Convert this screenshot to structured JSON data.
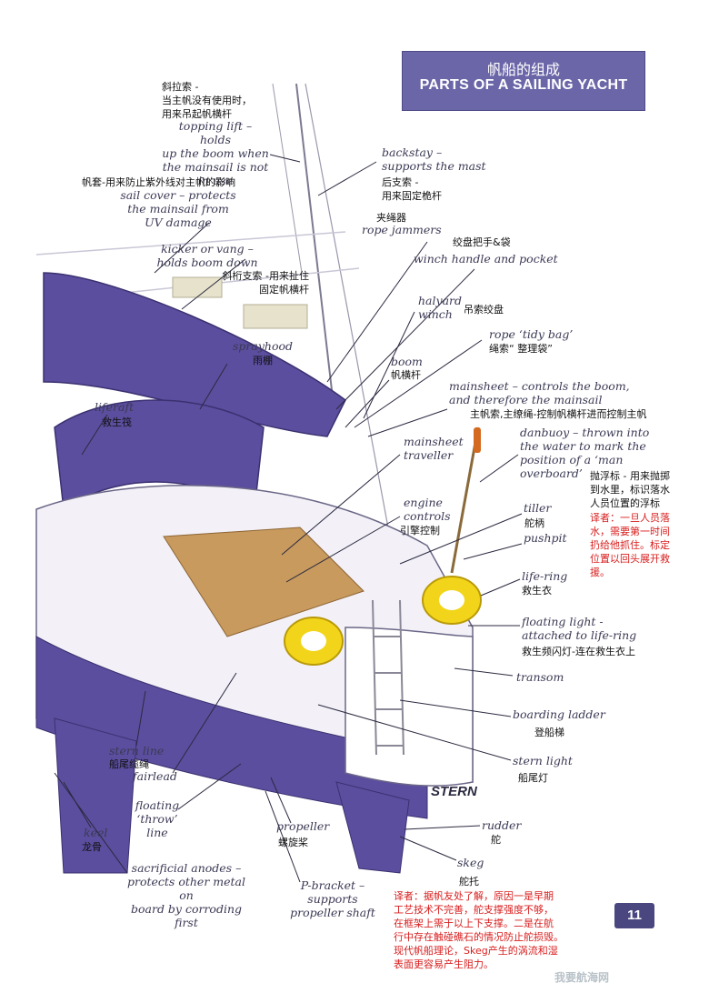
{
  "title": {
    "chinese": "帆船的组成",
    "english": "PARTS OF A SAILING YACHT"
  },
  "page_number": "11",
  "stern_heading": "STERN",
  "watermark": "我要航海网",
  "labels": {
    "topping_lift_cn": "斜拉索 -\n当主帆没有使用时，\n用来吊起帆横杆",
    "topping_lift_en": "topping lift – holds\nup the boom when\nthe  mainsail is not\nin use",
    "backstay_en": "backstay –\nsupports the mast",
    "backstay_cn": "后支索 -\n用来固定桅杆",
    "sail_cover_cn": "帆套-用来防止紫外线对主帆的影响",
    "sail_cover_en": "sail cover – protects\nthe mainsail from\nUV damage",
    "rope_jammers_cn": "夹绳器",
    "rope_jammers_en": "rope jammers",
    "winch_handle_cn": "绞盘把手&袋",
    "winch_handle_en": "winch handle and pocket",
    "kicker_en": "kicker or vang –\nholds boom down",
    "kicker_cn": "斜桁支索 -用来扯住\n固定帆横杆",
    "halyard_en": "halyard\nwinch",
    "halyard_cn": "吊索绞盘",
    "tidy_bag_en": "rope ‘tidy bag’",
    "tidy_bag_cn": "绳索“  整理袋”",
    "sprayhood_en": "sprayhood",
    "sprayhood_cn": "雨棚",
    "boom_en": "boom",
    "boom_cn": "帆横杆",
    "mainsheet_en": "mainsheet – controls the boom,\nand therefore the mainsail",
    "mainsheet_cn": "主帆索,主缭绳-控制帆横杆进而控制主帆",
    "liferaft_en": "liferaft",
    "liferaft_cn": "救生筏",
    "traveller_en": "mainsheet\ntraveller",
    "danbuoy_en": "danbuoy – thrown into\nthe water to mark the\nposition of a ‘man\noverboard’",
    "danbuoy_cn": "抛浮标 - 用来抛掷\n到水里，标识落水\n人员位置的浮标",
    "danbuoy_note": "译者：一旦人员落\n水，需要第一时间\n扔给他抓住。标定\n位置以回头展开救\n援。",
    "engine_en": "engine\ncontrols",
    "engine_cn": "引擎控制",
    "tiller_en": "tiller",
    "tiller_cn": "舵柄",
    "pushpit_en": "pushpit",
    "lifering_en": "life-ring",
    "lifering_cn": "救生衣",
    "floating_light_en": "floating light -\nattached to life-ring",
    "floating_light_cn": "救生频闪灯-连在救生衣上",
    "transom_en": "transom",
    "boarding_ladder_en": "boarding ladder",
    "boarding_ladder_cn": "登船梯",
    "stern_line_en": "stern line",
    "stern_line_cn": "船尾缆绳",
    "fairlead_en": "fairlead",
    "stern_light_en": "stern light",
    "stern_light_cn": "船尾灯",
    "floating_throw_en": "floating\n‘throw’\nline",
    "keel_en": "keel",
    "keel_cn": "龙骨",
    "propeller_en": "propeller",
    "propeller_cn": "螺旋桨",
    "rudder_en": "rudder",
    "rudder_cn": "舵",
    "skeg_en": "skeg",
    "skeg_cn": "舵托",
    "anodes_en": "sacrificial anodes –\nprotects other metal on\nboard by corroding first",
    "pbracket_en": "P-bracket – supports\npropeller shaft",
    "skeg_note": "译者：据帆友处了解，原因一是早期\n工艺技术不完善，舵支撑强度不够，\n在框架上需于以上下支撑。二是在航\n行中存在触碰礁石的情况防止舵损毁。\n现代帆船理论，Skeg产生的涡流和湿\n表面更容易产生阻力。"
  },
  "colors": {
    "title_bg": "#6b66a8",
    "hull_purple": "#5b4e9e",
    "deck_wood": "#c89a5e",
    "life_ring": "#f2d51a",
    "note_red": "#d81e1e",
    "page_badge": "#4a4680"
  }
}
